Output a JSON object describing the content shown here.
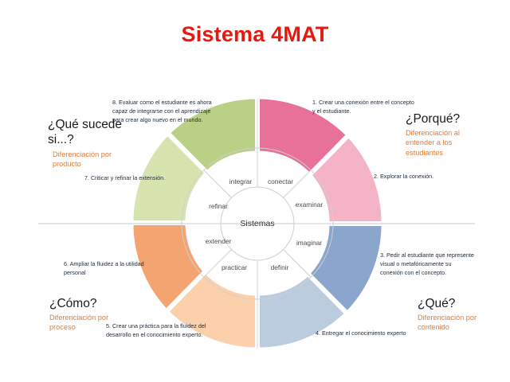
{
  "page": {
    "title": "Sistema 4MAT",
    "title_color": "#e8180f",
    "background": "#ffffff"
  },
  "diagram": {
    "center_label": "Sistemas",
    "inner_ring_labels": [
      "conectar",
      "examinar",
      "imaginar",
      "definir",
      "practicar",
      "extender",
      "refinar",
      "integrar"
    ],
    "segments": [
      {
        "number": "1",
        "label": "conectar",
        "color": "#e8719a"
      },
      {
        "number": "2",
        "label": "examinar",
        "color": "#f5b4c6"
      },
      {
        "number": "3",
        "label": "imaginar",
        "color": "#8ba6cc"
      },
      {
        "number": "4",
        "label": "definir",
        "color": "#bcccdf"
      },
      {
        "number": "5",
        "label": "practicar",
        "color": "#fbd0ab"
      },
      {
        "number": "6",
        "label": "extender",
        "color": "#f4a471"
      },
      {
        "number": "7",
        "label": "refinar",
        "color": "#d8e4b0"
      },
      {
        "number": "8",
        "label": "integrar",
        "color": "#bad086"
      }
    ],
    "annotations": [
      {
        "id": "note-1",
        "text": "1. Crear una conexión entre el concepto y el estudiante."
      },
      {
        "id": "note-2",
        "text": "2. Explorar la conexión."
      },
      {
        "id": "note-3",
        "text": "3. Pedir al estudiante que represente visual o metafóricamente su conexión con el concepto."
      },
      {
        "id": "note-4",
        "text": "4. Entregar el conocimiento experto"
      },
      {
        "id": "note-5",
        "text": "5. Crear una práctica para la fluidez del desarrollo en el conocimiento experto."
      },
      {
        "id": "note-6",
        "text": "6. Ampliar la fluidez a la utilidad personal"
      },
      {
        "id": "note-7",
        "text": "7. Criticar y refinar la extensión."
      },
      {
        "id": "note-8",
        "text": "8. Evaluar como el estudiante es ahora capaz de integrarse con el aprendizaje para crear algo nuevo en el mundo."
      }
    ],
    "quadrants": [
      {
        "id": "quadrant-porque",
        "title": "¿Porqué?",
        "subtitle": "Diferenciación al entender a los estudiantes",
        "subtitle_color": "#e07b35"
      },
      {
        "id": "quadrant-que",
        "title": "¿Qué?",
        "subtitle": "Diferenciación por contenido",
        "subtitle_color": "#e07b35"
      },
      {
        "id": "quadrant-como",
        "title": "¿Cómo?",
        "subtitle": "Diferenciación por proceso",
        "subtitle_color": "#e07b35"
      },
      {
        "id": "quadrant-que-sucede-si",
        "title": "¿Qué sucede si...?",
        "subtitle": "Diferenciación por producto",
        "subtitle_color": "#e07b35"
      }
    ]
  }
}
